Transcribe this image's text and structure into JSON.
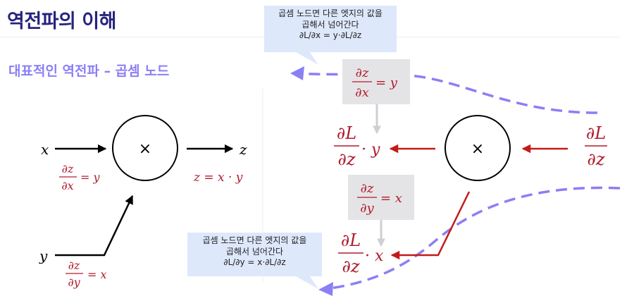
{
  "title": "역전파의 이해",
  "subtitle": "대표적인 역전파 – 곱셈 노드",
  "colors": {
    "title": "#26237e",
    "subtitle": "#8b7ff5",
    "gradient_text": "#b01c2e",
    "gradient_arrow": "#c41a1a",
    "dashed_arrow": "#8b7ff5",
    "callout_bg": "#dee8fb",
    "local_grad_box": "#e4e4e6"
  },
  "forward": {
    "node_symbol": "×",
    "input_x": "x",
    "input_y": "y",
    "output_z": "z",
    "output_eq": "z = x · y",
    "dz_dx": {
      "num": "∂z",
      "den": "∂x",
      "rhs": "= y"
    },
    "dz_dy": {
      "num": "∂z",
      "den": "∂y",
      "rhs": "= x"
    }
  },
  "backward": {
    "node_symbol": "×",
    "upstream": {
      "num": "∂L",
      "den": "∂z"
    },
    "to_x": {
      "num": "∂L",
      "den": "∂z",
      "mult": "· y"
    },
    "to_y": {
      "num": "∂L",
      "den": "∂z",
      "mult": "· x"
    },
    "local_x": {
      "num": "∂z",
      "den": "∂x",
      "rhs": "= y"
    },
    "local_y": {
      "num": "∂z",
      "den": "∂y",
      "rhs": "= x"
    }
  },
  "callouts": {
    "top": {
      "line1": "곱셈 노드면 다른 엣지의 값을",
      "line2": "곱해서 넘어간다",
      "line3": "∂L/∂x = y·∂L/∂z"
    },
    "bottom": {
      "line1": "곱셈 노드면 다른 엣지의 값을",
      "line2": "곱해서 넘어간다",
      "line3": "∂L/∂y = x·∂L/∂z"
    }
  }
}
